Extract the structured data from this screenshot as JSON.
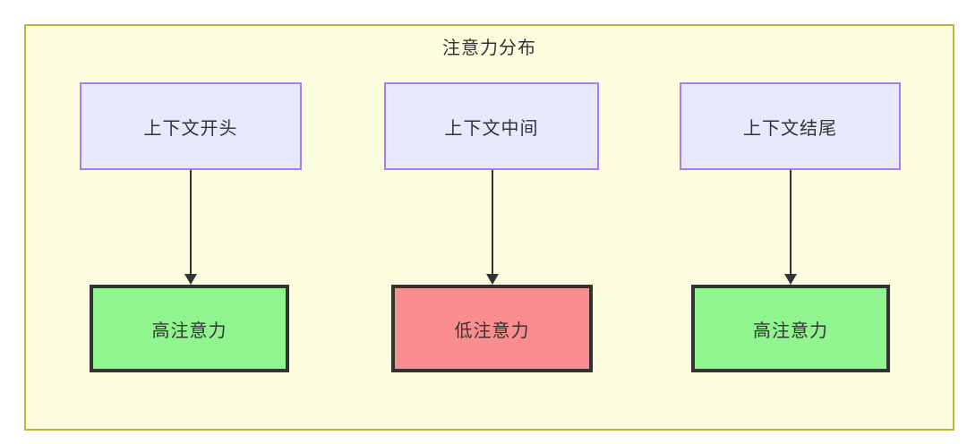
{
  "diagram": {
    "title": "注意力分布",
    "background_color": "#fdfde0",
    "border_color": "#bdb737",
    "nodes": {
      "context": [
        {
          "id": "context-start",
          "label": "上下文开头",
          "fill": "#e8e8fd",
          "stroke": "#a77ee8"
        },
        {
          "id": "context-middle",
          "label": "上下文中间",
          "fill": "#e8e8fd",
          "stroke": "#a77ee8"
        },
        {
          "id": "context-end",
          "label": "上下文结尾",
          "fill": "#e8e8fd",
          "stroke": "#a77ee8"
        }
      ],
      "attention": [
        {
          "id": "attention-start",
          "label": "高注意力",
          "fill": "#90f58f",
          "stroke": "#333333"
        },
        {
          "id": "attention-middle",
          "label": "低注意力",
          "fill": "#fa8e8e",
          "stroke": "#333333"
        },
        {
          "id": "attention-end",
          "label": "高注意力",
          "fill": "#90f58f",
          "stroke": "#333333"
        }
      ]
    },
    "edges": [
      {
        "id": "edge-start-to-high",
        "from": "上下文开头",
        "to": "高注意力",
        "label": ""
      },
      {
        "id": "edge-middle-to-low",
        "from": "上下文中间",
        "to": "低注意力",
        "label": ""
      },
      {
        "id": "edge-end-to-high",
        "from": "上下文结尾",
        "to": "高注意力",
        "label": ""
      }
    ]
  }
}
